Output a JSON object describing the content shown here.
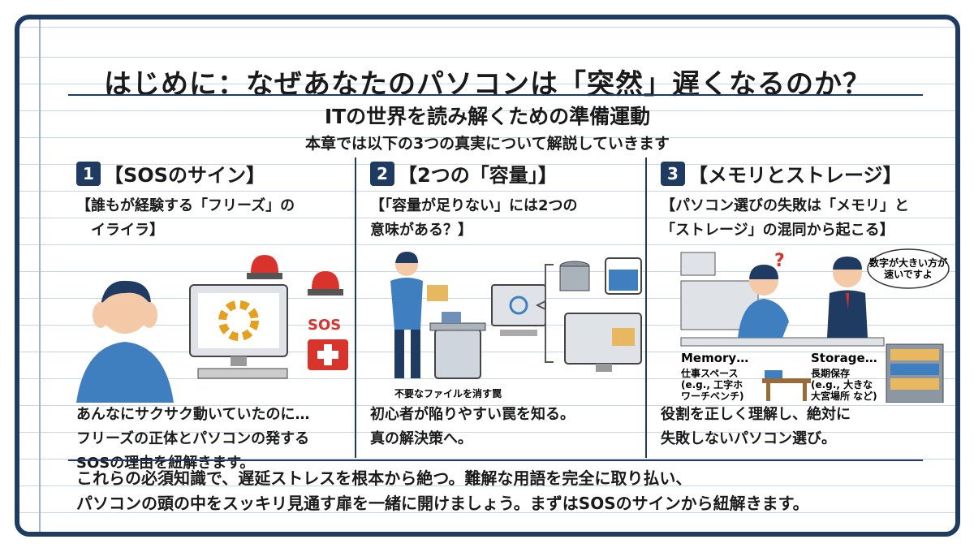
{
  "title": "はじめに：なぜあなたのパソコンは「突然」遅くなるのか？",
  "subtitle": "ITの世界を読み解くための準備運動",
  "intro": "本章では以下の3つの真実について解説していきます",
  "sections": [
    {
      "number": "1",
      "heading": "【SOSのサイン】",
      "lead_lines": [
        "【誰もが経験する「フリーズ」の",
        "　イライラ】"
      ],
      "illustration_labels": {
        "sos": "SOS"
      },
      "desc_lines": [
        "あんなにサクサク動いていたのに…",
        "フリーズの正体とパソコンの発する",
        "SOSの理由を紐解きます。"
      ]
    },
    {
      "number": "2",
      "heading": "【2つの「容量」】",
      "lead_lines": [
        "【「容量が足りない」には2つの",
        "意味がある？】"
      ],
      "illustration_labels": {
        "caption": "不要なファイルを消す罠"
      },
      "desc_lines": [
        "初心者が陥りやすい罠を知る。",
        "真の解決策へ。"
      ]
    },
    {
      "number": "3",
      "heading": "【メモリとストレージ】",
      "lead_lines": [
        "【パソコン選びの失敗は「メモリ」と",
        "「ストレージ」の混同から起こる】"
      ],
      "illustration_labels": {
        "speech_lines": [
          "数字が大きい方が",
          "速いですよ"
        ],
        "memory_title": "Memory…",
        "memory_lines": [
          "仕事スペース",
          "(e.g., 工字ホ",
          "ワーチベンチ)"
        ],
        "storage_title": "Storage…",
        "storage_lines": [
          "長期保存",
          "(e.g., 大きな",
          "大宮場所 など)"
        ]
      },
      "desc_lines": [
        "役割を正しく理解し、絶対に",
        "失敗しないパソコン選び。"
      ]
    }
  ],
  "closing_lines": [
    "これらの必須知識で、遅延ストレスを根本から絶つ。難解な用語を完全に取り払い、",
    "パソコンの頭の中をスッキリ見通す扉を一緒に開けましょう。まずはSOSのサインから紐解きます。"
  ],
  "colors": {
    "navy": "#1f3b62",
    "blue": "#3f7fc0",
    "red": "#d9342b"
  }
}
